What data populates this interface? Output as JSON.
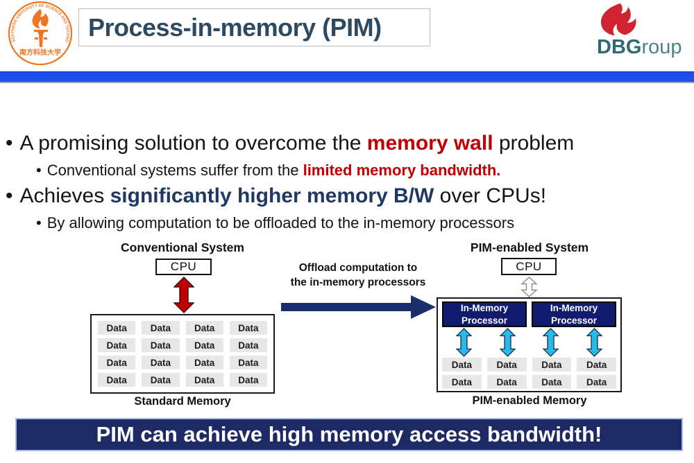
{
  "slide": {
    "header": {
      "title": "Process-in-memory (PIM)",
      "sustech_ring_text": "SOUTHERN UNIVERSITY OF SCIENCE AND TECHNOLOGY",
      "sustech_cn": "南方科技大学",
      "dbgroup_bold": "DBG",
      "dbgroup_light": "roup"
    },
    "bullets": {
      "dot": "•",
      "b1_pre": "A promising solution to overcome the ",
      "b1_red": "memory wall",
      "b1_post": " problem",
      "b1s_pre": "Conventional systems suffer from the ",
      "b1s_red": "limited memory bandwidth.",
      "b2_pre": "Achieves ",
      "b2_navy": "significantly higher memory B/W",
      "b2_post": " over CPUs!",
      "b2s": "By allowing computation to be offloaded to the in-memory processors"
    },
    "diagram": {
      "conventional": {
        "title": "Conventional System",
        "cpu": "CPU",
        "memory_caption": "Standard Memory",
        "cell_label": "Data",
        "rows": 4,
        "cols": 4
      },
      "offload_line1": "Offload computation to",
      "offload_line2": "the in-memory processors",
      "pim": {
        "title": "PIM-enabled System",
        "cpu": "CPU",
        "processor_line1": "In-Memory",
        "processor_line2": "Processor",
        "memory_caption": "PIM-enabled Memory",
        "cell_label": "Data",
        "rows": 2,
        "cols": 4
      }
    },
    "banner": "PIM can achieve high memory access bandwidth!",
    "colors": {
      "red_accent": "#c00000",
      "navy_accent": "#1f3864",
      "title_color": "#2d4a63",
      "bar_blue": "#1c4ef2",
      "banner_bg": "#1e2a66",
      "processor_bg": "#121c6e",
      "cyan_arrow": "#29b9ec",
      "offload_arrow": "#1a2f6b",
      "logo_orange": "#ee7623",
      "flame_red": "#cf2330",
      "dbg_teal": "#2e6a72"
    }
  }
}
